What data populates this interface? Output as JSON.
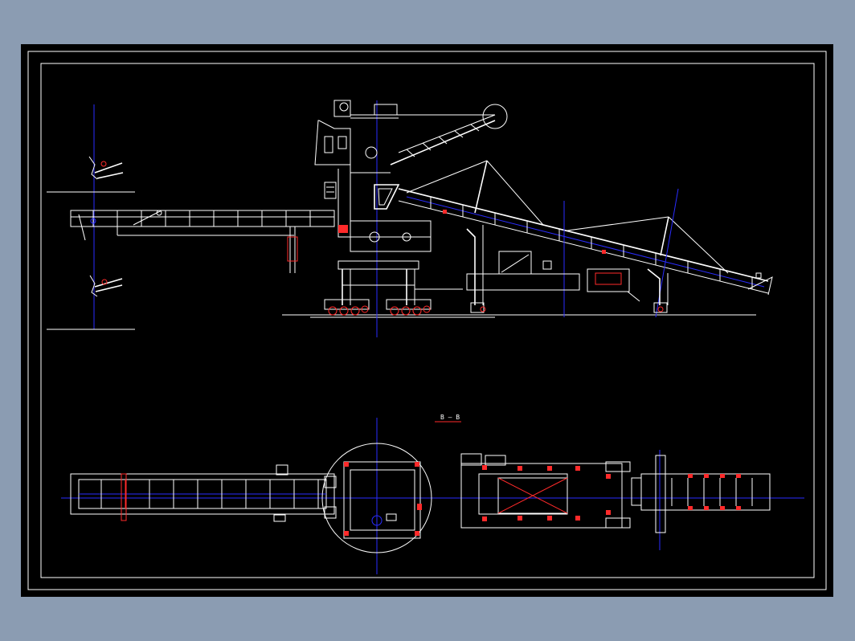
{
  "drawing": {
    "section_label": "B — B",
    "colors": {
      "background_outside": "#8b9cb2",
      "sheet": "#000000",
      "linework": "#ffffff",
      "centerlines": "#2a2cff",
      "highlights": "#ff2a2a"
    },
    "views": [
      "elevation-view",
      "plan-view-section-b-b"
    ]
  }
}
